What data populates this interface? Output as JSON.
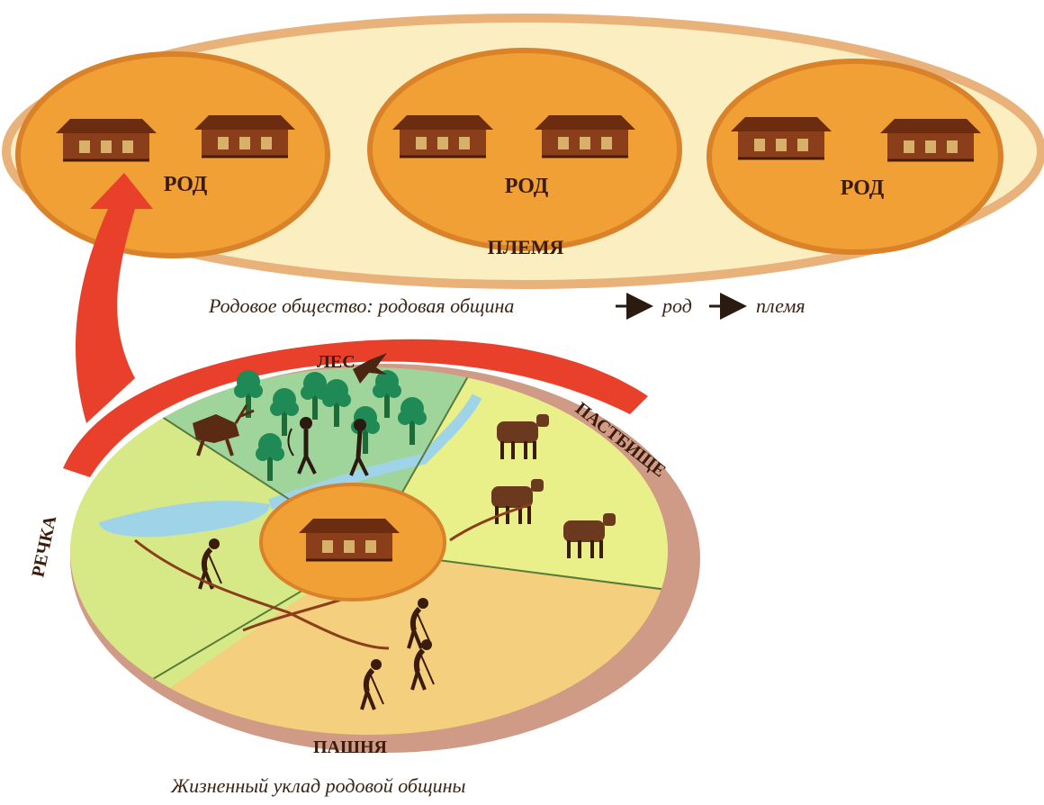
{
  "tribe": {
    "label": "ПЛЕМЯ",
    "clans": [
      {
        "label": "РОД"
      },
      {
        "label": "РОД"
      },
      {
        "label": "РОД"
      }
    ]
  },
  "caption_top": {
    "text": "Родовое общество: родовая община",
    "step2": "род",
    "step3": "племя"
  },
  "community": {
    "zones": {
      "forest": "ЛЕС",
      "pasture": "ПАСТБИЩЕ",
      "river": "РЕЧКА",
      "field": "ПАШНЯ"
    }
  },
  "caption_bottom": "Жизненный уклад родовой общины",
  "colors": {
    "tribe_fill": "#fbeec0",
    "clan_fill": "#f0a035",
    "arrow": "#e8402a",
    "forest": "#9fd49a",
    "pasture": "#e9f08a",
    "river_zone": "#d7e887",
    "field": "#f3cf7e",
    "rim": "#cf9a86",
    "water": "#9fd4e8"
  },
  "icons": [
    "house-icon",
    "tree-icon",
    "deer-icon",
    "bird-icon",
    "cow-icon",
    "farmer-icon",
    "hunter-icon"
  ]
}
